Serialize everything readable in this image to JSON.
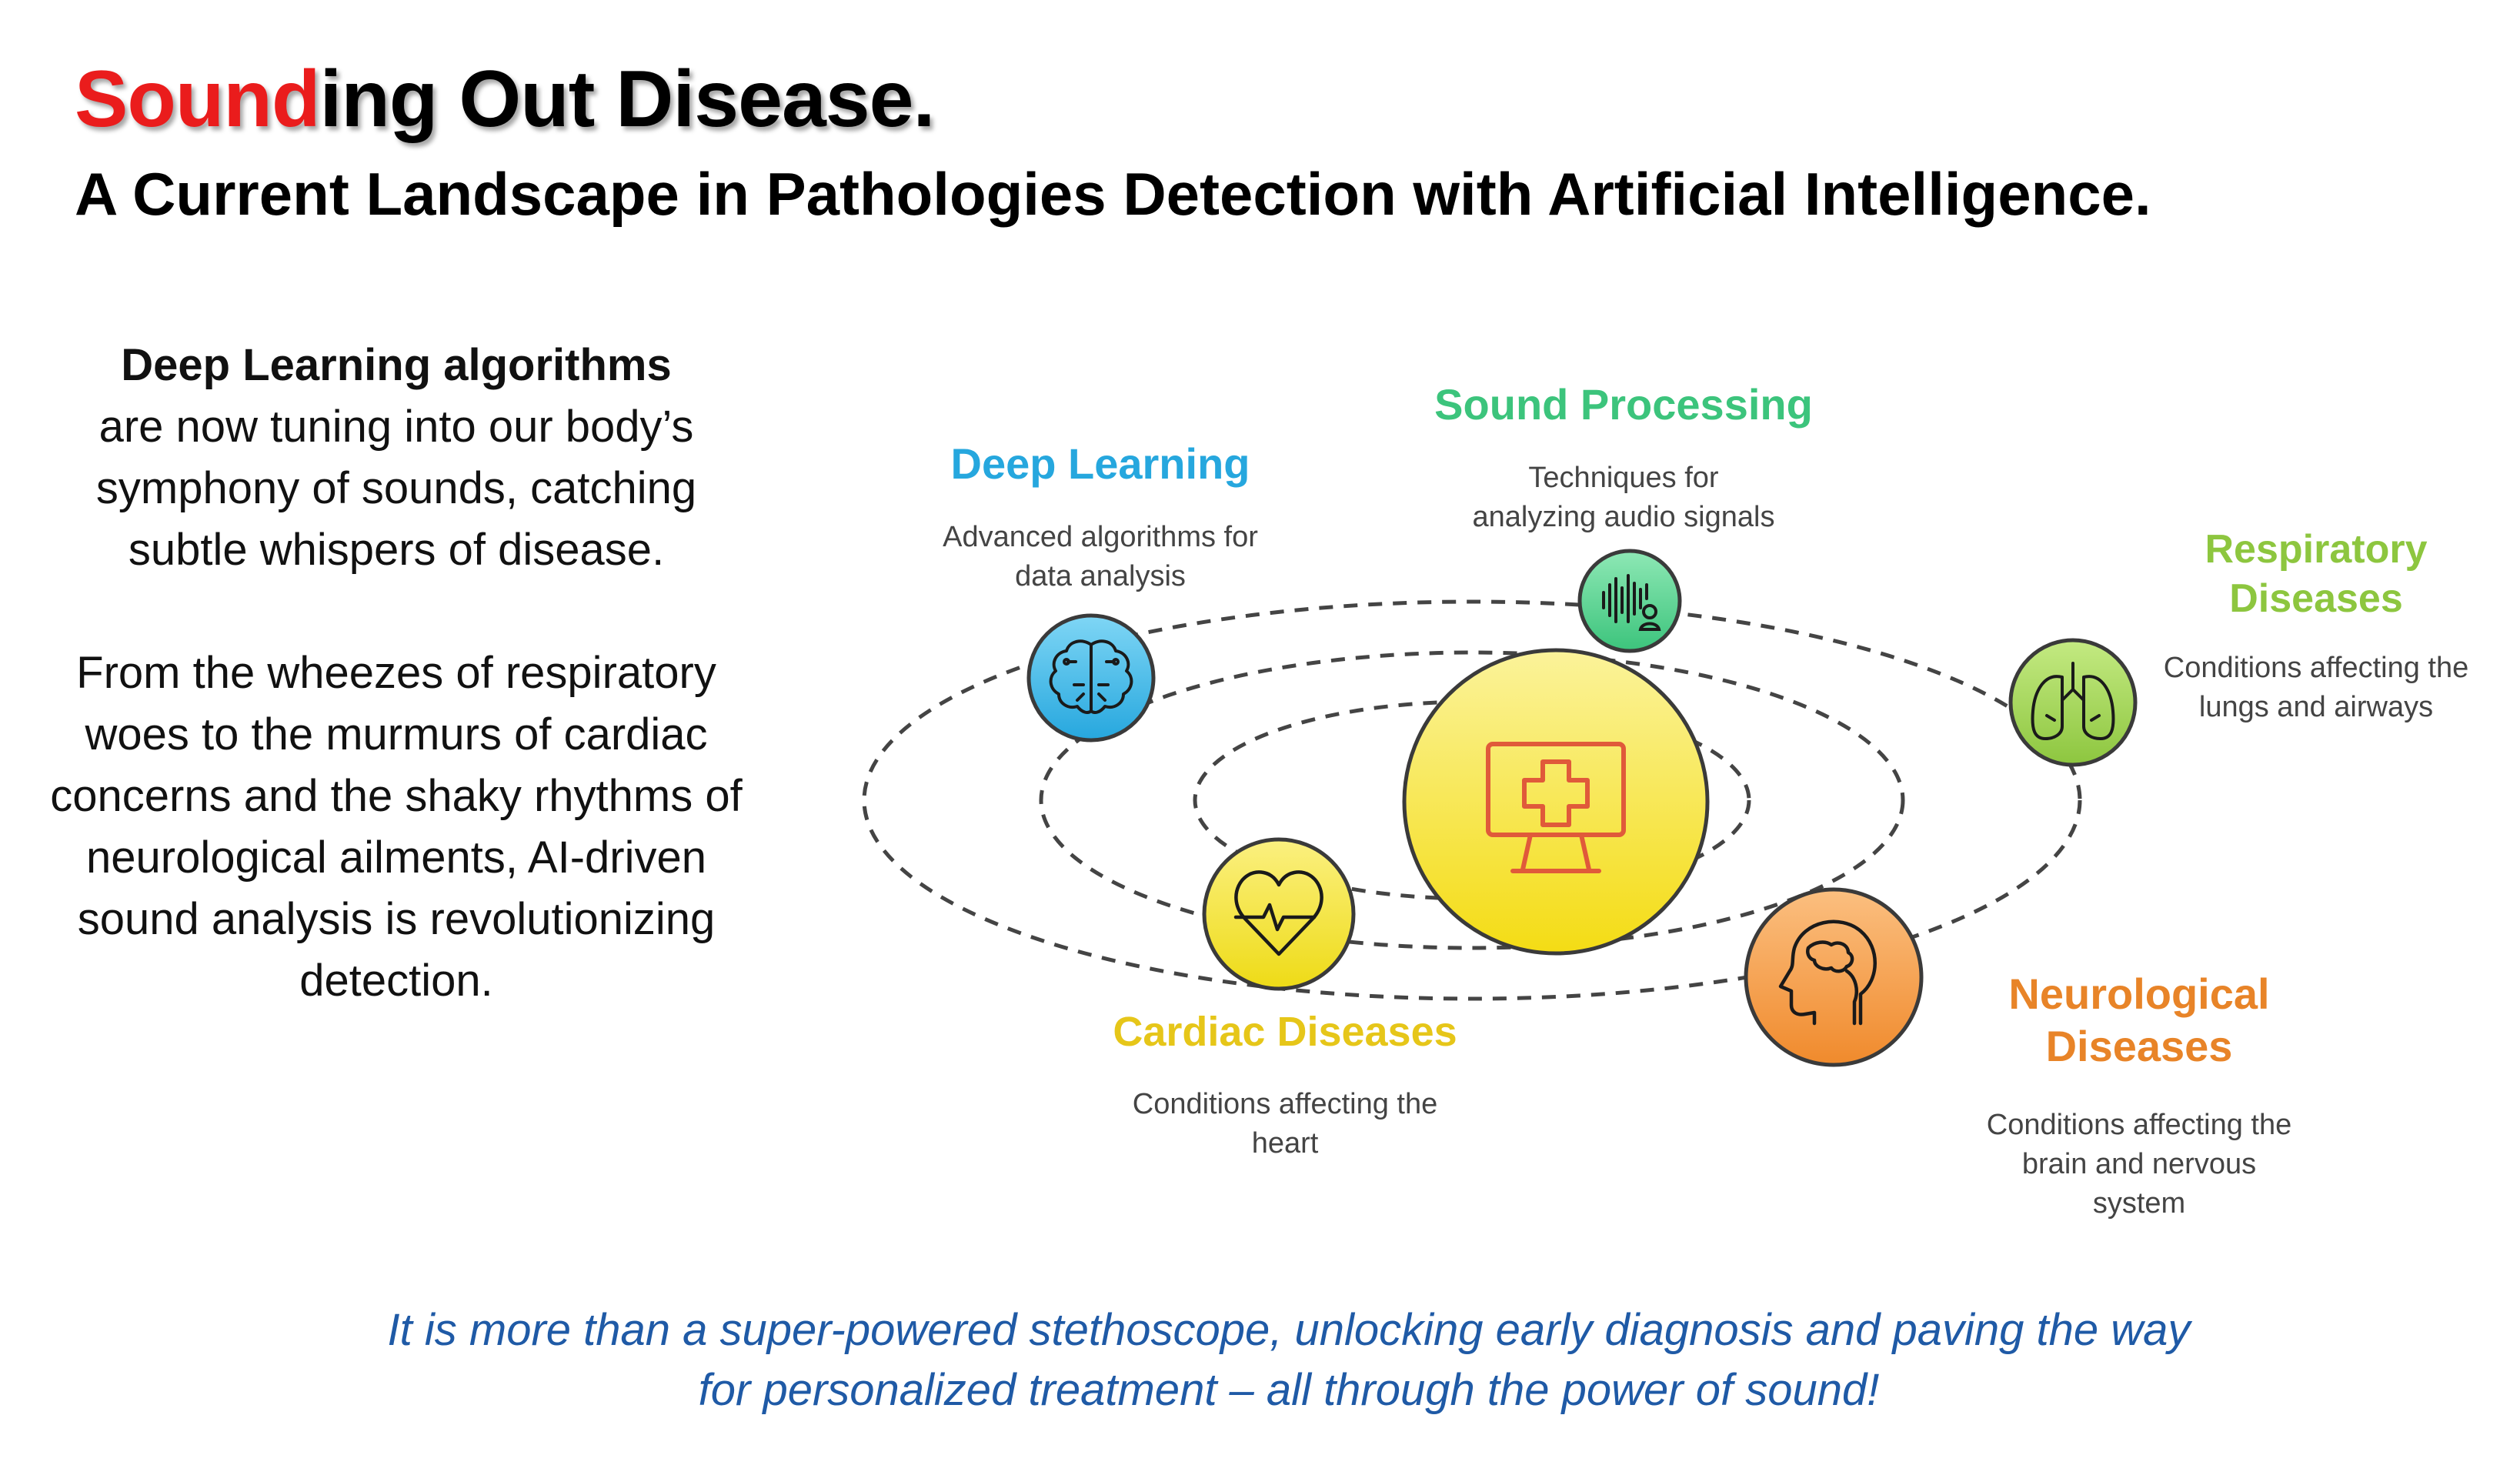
{
  "title": {
    "highlight": "Sound",
    "rest": "ing Out Disease.",
    "subtitle": "A Current Landscape in Pathologies Detection with Artificial Intelligence."
  },
  "intro": {
    "bold": "Deep Learning algorithms",
    "para1": "are now tuning into our body’s symphony of sounds, catching subtle whispers of disease.",
    "para2": "From the wheezes of respiratory woes to the murmurs of cardiac concerns and the shaky rhythms of neurological ailments, AI-driven sound analysis is revolutionizing detection."
  },
  "nodes": {
    "deep_learning": {
      "label": "Deep Learning",
      "desc_lines": [
        "Advanced algorithms for",
        "data analysis"
      ],
      "color": "#26a7de",
      "icon": "brain-icon"
    },
    "sound_processing": {
      "label": "Sound Processing",
      "desc_lines": [
        "Techniques for",
        "analyzing audio signals"
      ],
      "color": "#3cc47c",
      "icon": "audio-waveform-icon"
    },
    "respiratory": {
      "label_lines": [
        "Respiratory",
        "Diseases"
      ],
      "desc_lines": [
        "Conditions affecting the",
        "lungs and airways"
      ],
      "color": "#8dc63f",
      "icon": "lungs-icon"
    },
    "cardiac": {
      "label": "Cardiac Diseases",
      "desc_lines": [
        "Conditions affecting the",
        "heart"
      ],
      "color": "#e6c619",
      "icon": "heart-pulse-icon"
    },
    "neurological": {
      "label_lines": [
        "Neurological",
        "Diseases"
      ],
      "desc_lines": [
        "Conditions affecting the",
        "brain and nervous",
        "system"
      ],
      "color": "#e88428",
      "icon": "head-brain-icon"
    },
    "center": {
      "icon": "monitor-medical-cross-icon",
      "color": "#f5e020"
    }
  },
  "footer": {
    "line1": "It is more than a super-powered stethoscope, unlocking early diagnosis and paving the way",
    "line2": "for personalized treatment – all through the power of sound!"
  }
}
